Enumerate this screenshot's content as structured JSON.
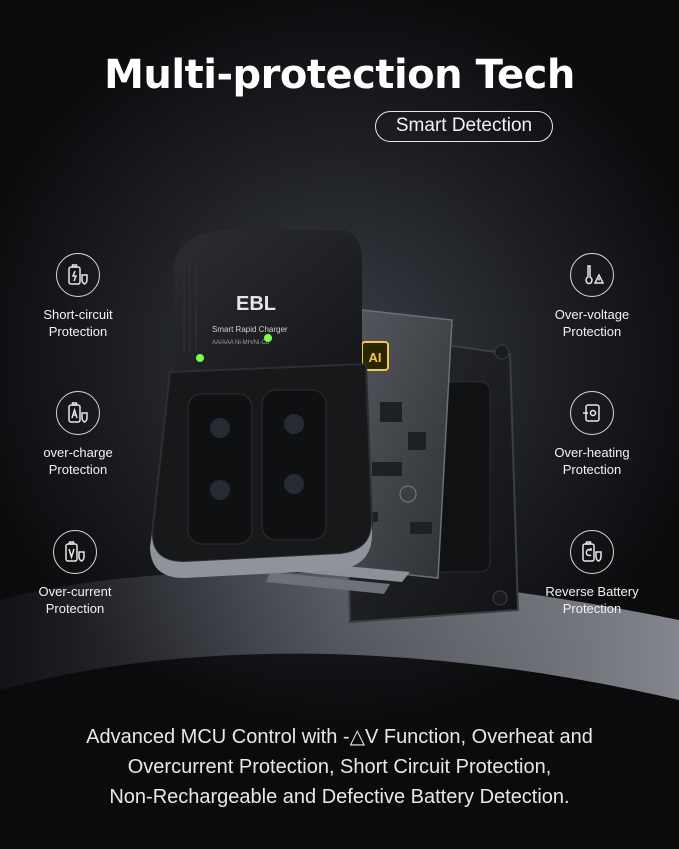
{
  "headline": "Multi-protection Tech",
  "badge": "Smart Detection",
  "features_left": [
    {
      "line1": "Short-circuit",
      "line2": "Protection",
      "icon": "battery-lightning-shield-icon"
    },
    {
      "line1": "over-charge",
      "line2": "Protection",
      "icon": "battery-a-shield-icon"
    },
    {
      "line1": "Over-current",
      "line2": "Protection",
      "icon": "battery-v-shield-icon"
    }
  ],
  "features_right": [
    {
      "line1": "Over-voltage",
      "line2": "Protection",
      "icon": "thermometer-warning-icon"
    },
    {
      "line1": "Over-heating",
      "line2": "Protection",
      "icon": "battery-plug-icon"
    },
    {
      "line1": "Reverse Battery",
      "line2": "Protection",
      "icon": "battery-reverse-shield-icon"
    }
  ],
  "product": {
    "brand": "EBL",
    "model": "Smart Rapid Charger",
    "spec": "AA/AAA Ni-MH/Ni-Cd",
    "chip_label": "AI"
  },
  "footer": [
    "Advanced MCU Control with -△V Function, Overheat and",
    "Overcurrent Protection, Short Circuit Protection,",
    "Non-Rechargeable and Defective Battery Detection."
  ],
  "colors": {
    "background": "#0b0b0d",
    "text": "#ffffff",
    "charger": "#1c1d20",
    "led": "#7cff4a",
    "chip": "#f2c94c"
  }
}
